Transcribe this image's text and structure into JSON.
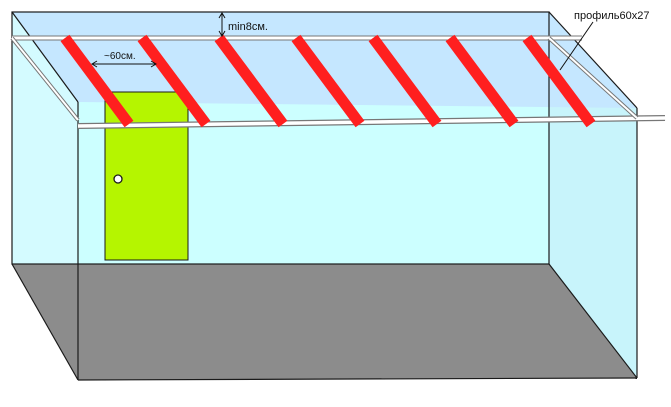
{
  "labels": {
    "min_gap": "min8см.",
    "spacing": "~60см.",
    "profile": "профиль60x27"
  },
  "colors": {
    "wall_light": "#ccffff",
    "wall_upper": "#d9f7ff",
    "floor": "#8c8c8c",
    "door": "#b5f500",
    "joist": "#ff1f1f",
    "outline": "#1a1a1a",
    "profile_rail": "#ffffff"
  },
  "joists": {
    "count": 7
  }
}
